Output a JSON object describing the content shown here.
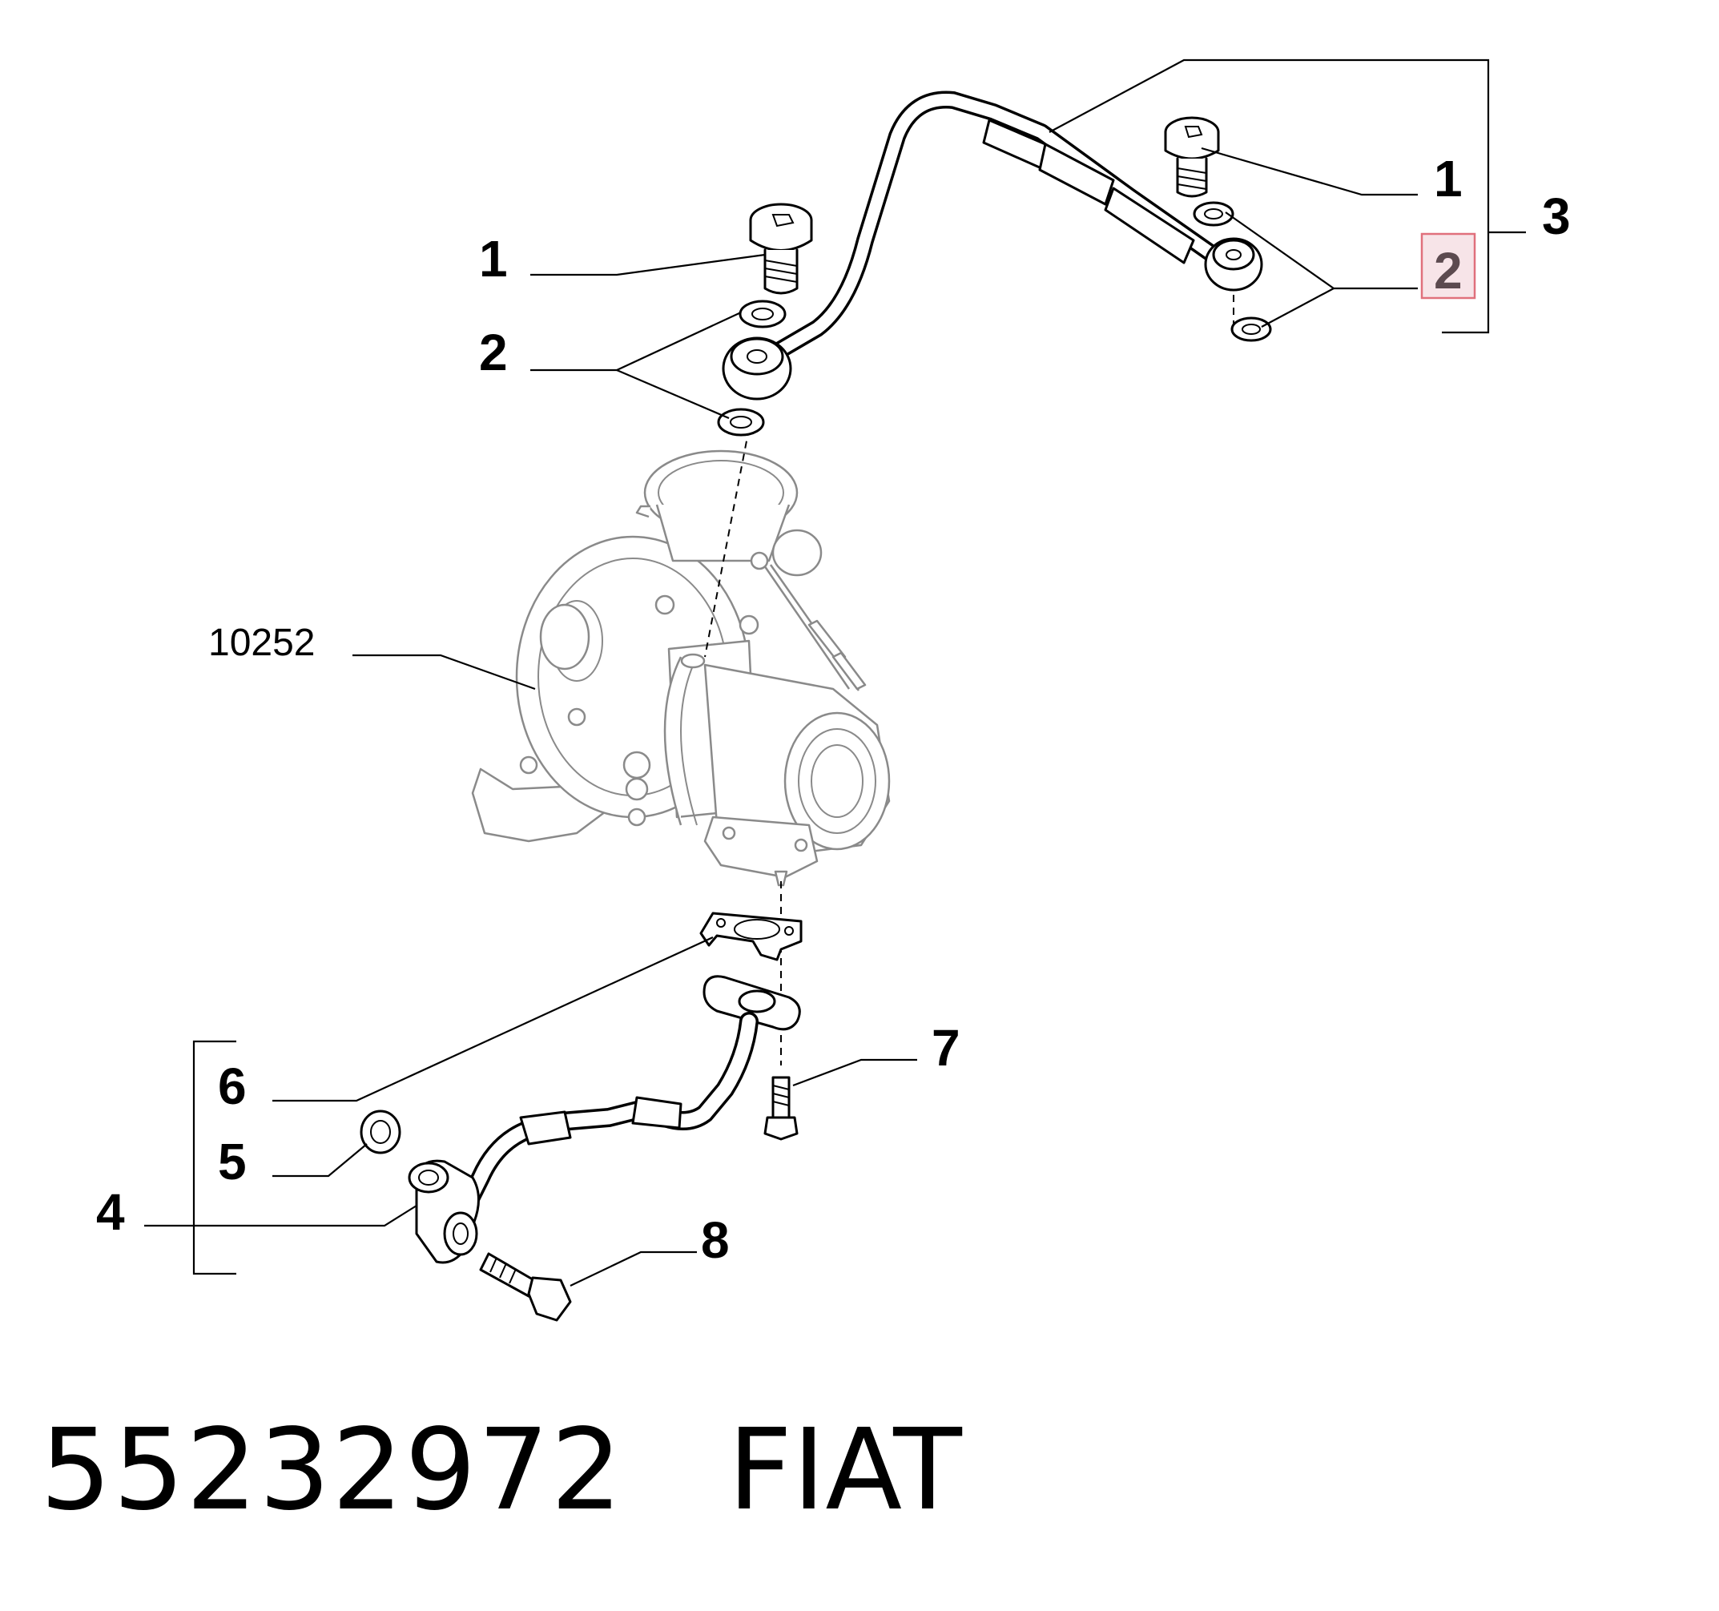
{
  "diagram": {
    "callouts": {
      "bolt_left": "1",
      "washers_left": "2",
      "bolt_right": "1",
      "washers_right": "2",
      "pipe_assembly": "3",
      "return_pipe_assembly": "4",
      "seal": "5",
      "gasket": "6",
      "screw_7": "7",
      "screw_8": "8",
      "turbocharger_ref": "10252"
    },
    "highlight_color": "#e0707c"
  },
  "footer": {
    "part_number": "55232972",
    "brand": "FIAT"
  }
}
